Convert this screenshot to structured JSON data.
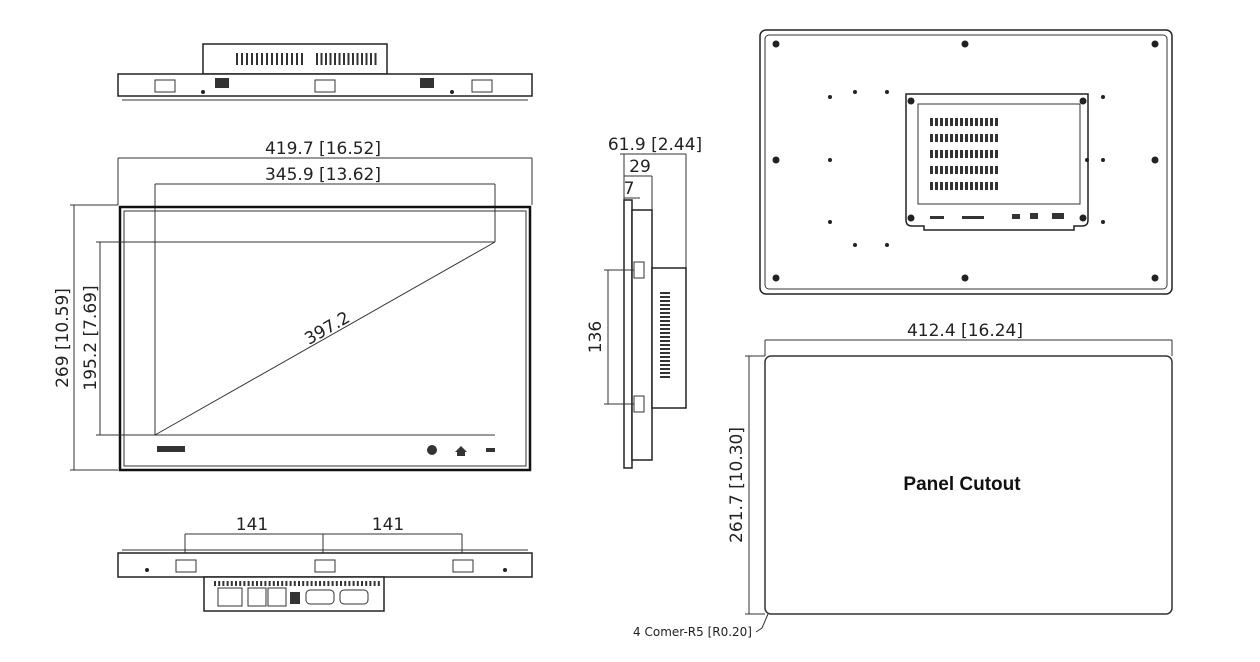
{
  "front_view": {
    "overall_width": "419.7 [16.52]",
    "active_width": "345.9 [13.62]",
    "diagonal": "397.2",
    "overall_height": "269 [10.59]",
    "active_height": "195.2 [7.69]"
  },
  "side_view": {
    "depth_overall": "61.9 [2.44]",
    "depth_body": "29",
    "bezel": "7",
    "mount_spacing": "136"
  },
  "bottom_view": {
    "spacing_left": "141",
    "spacing_right": "141"
  },
  "cutout": {
    "width": "412.4 [16.24]",
    "height": "261.7 [10.30]",
    "title": "Panel Cutout",
    "corner_note": "4 Comer-R5 [R0.20]"
  }
}
